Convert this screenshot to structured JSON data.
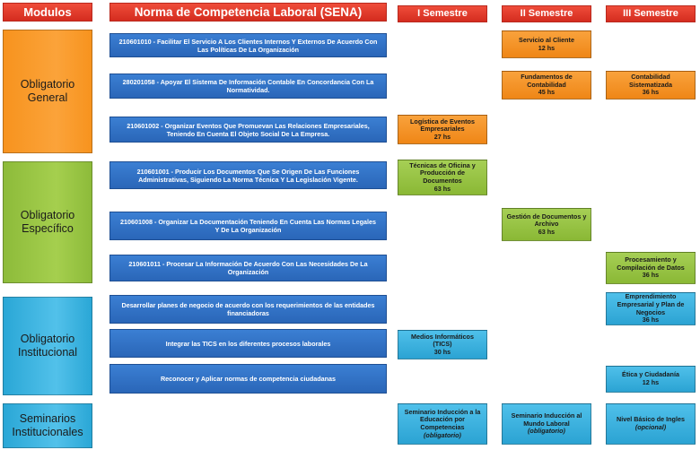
{
  "headers": {
    "modulos": "Modulos",
    "norma": "Norma de Competencia Laboral (SENA)",
    "sem1": "I Semestre",
    "sem2": "II Semestre",
    "sem3": "III Semestre"
  },
  "modules": {
    "general": "Obligatorio General",
    "especifico": "Obligatorio Específico",
    "institucional": "Obligatorio Institucional",
    "seminarios": "Seminarios Institucionales"
  },
  "norms": [
    "210601010 - Facilitar El Servicio A Los Clientes Internos Y Externos De Acuerdo Con Las Políticas De La Organización",
    "280201058 - Apoyar El Sistema De Información Contable En Concordancia Con La Normatividad.",
    "210601002 - Organizar Eventos Que Promuevan Las Relaciones Empresariales, Teniendo En Cuenta El Objeto Social De La Empresa.",
    "210601001 - Producir Los Documentos Que Se Origen De Las Funciones Administrativas, Siguiendo La Norma Técnica Y La Legislación Vigente.",
    "210601008 - Organizar La Documentación Teniendo En Cuenta Las Normas Legales Y De La Organización",
    "210601011 - Procesar La Información De Acuerdo Con Las Necesidades De La Organización",
    "Desarrollar planes de negocio de acuerdo con los requerimientos de las entidades financiadoras",
    "Integrar las TICS en los diferentes procesos laborales",
    "Reconocer y Aplicar normas de competencia ciudadanas"
  ],
  "courses": {
    "servicio": {
      "name": "Servicio al Cliente",
      "hours": "12 hs"
    },
    "fundamentos": {
      "name": "Fundamentos de Contabilidad",
      "hours": "45 hs"
    },
    "contabilidad": {
      "name": "Contabilidad Sistematizada",
      "hours": "36 hs"
    },
    "logistica": {
      "name": "Logística de Eventos Empresariales",
      "hours": "27 hs"
    },
    "tecnicas": {
      "name": "Técnicas de Oficina y Producción de Documentos",
      "hours": "63 hs"
    },
    "gestion": {
      "name": "Gestión de Documentos y Archivo",
      "hours": "63 hs"
    },
    "procesamiento": {
      "name": "Procesamiento y Compilación de Datos",
      "hours": "36 hs"
    },
    "emprendimiento": {
      "name": "Emprendimiento Empresarial y Plan de Negocios",
      "hours": "36 hs"
    },
    "medios": {
      "name": "Medios Informáticos (TICS)",
      "hours": "30 hs"
    },
    "etica": {
      "name": "Ética y Ciudadanía",
      "hours": "12 hs"
    },
    "seminario1": {
      "name": "Seminario Inducción a la Educación por Competencias",
      "note": "(obligatorio)"
    },
    "seminario2": {
      "name": "Seminario Inducción al Mundo Laboral",
      "note": "(obligatorio)"
    },
    "ingles": {
      "name": "Nivel Básico de Ingles",
      "note": "(opcional)"
    }
  }
}
